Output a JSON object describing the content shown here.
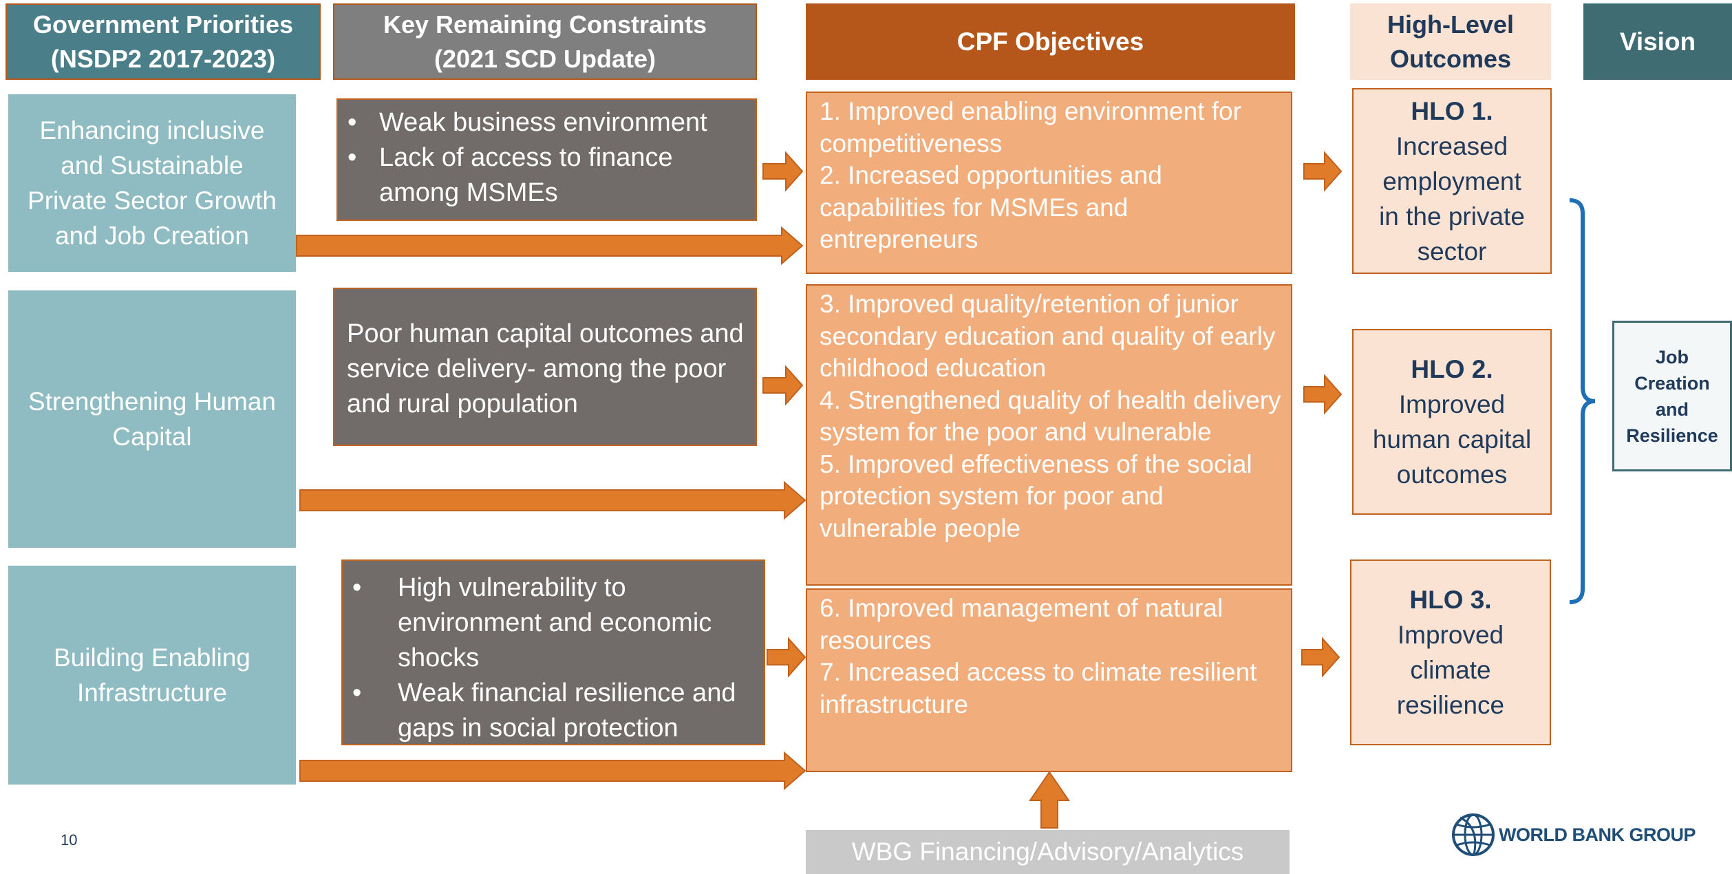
{
  "headers": {
    "gov": "Government Priorities\n(NSDP2 2017-2023)",
    "constraints": "Key Remaining Constraints\n(2021 SCD Update)",
    "cpf": "CPF Objectives",
    "hlo": "High-Level\nOutcomes",
    "vision": "Vision"
  },
  "priorities": [
    "Enhancing inclusive\nand Sustainable\nPrivate Sector Growth\nand Job Creation",
    "Strengthening Human\nCapital",
    "Building Enabling\nInfrastructure"
  ],
  "constraints": {
    "group1": [
      "Weak business environment",
      "Lack of access to finance among MSMEs"
    ],
    "group2": "Poor human capital outcomes and service delivery- among the poor and rural population",
    "group3": [
      "High vulnerability to environment and economic shocks",
      "Weak financial resilience and gaps in social protection"
    ]
  },
  "objectives": [
    "1. Improved enabling environment for competitiveness\n2. Increased opportunities and capabilities for MSMEs and entrepreneurs",
    "3. Improved quality/retention of junior secondary education and quality of early childhood education\n4. Strengthened quality of health delivery system for the poor and vulnerable\n5. Improved effectiveness of the social protection system for poor and vulnerable people",
    " 6. Improved management of natural resources\n7. Increased access to climate resilient infrastructure"
  ],
  "hlos": [
    {
      "title": "HLO 1.",
      "desc": "Increased\nemployment\nin the private\nsector"
    },
    {
      "title": "HLO 2.",
      "desc": "Improved\nhuman capital\noutcomes"
    },
    {
      "title": "HLO 3.",
      "desc": "Improved\nclimate\nresilience"
    }
  ],
  "vision_text": "Job\nCreation\nand\nResilience",
  "wbg_support": "WBG Financing/Advisory/Analytics",
  "page_number": "10",
  "logo_text": "WORLD BANK GROUP",
  "colors": {
    "arrow": "#e07b2a",
    "priority_box": "#8fbcc2",
    "constraint_box": "#716b69",
    "objective_box": "#f1ad7b",
    "hlo_box": "#fbe3d4",
    "brace": "#1f6fb5"
  }
}
